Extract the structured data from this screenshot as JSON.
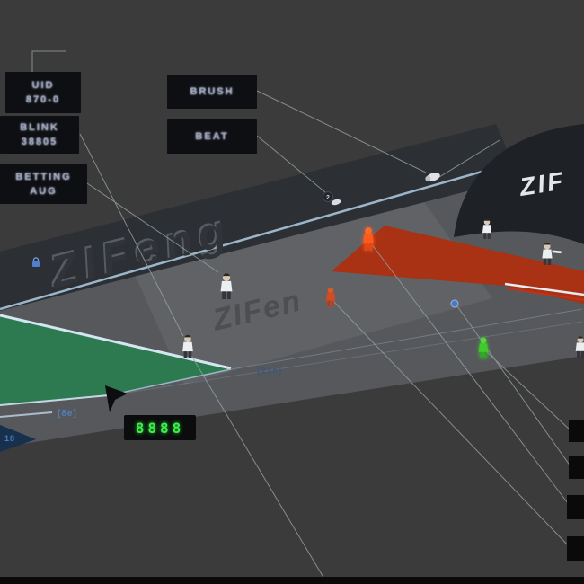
{
  "scene": {
    "banner_text": "ZIFeng",
    "floor_watermark_text": "ZIFen",
    "podium_text": "ZIF",
    "shuttle_badge": "2",
    "colors": {
      "background": "#3b3b3b",
      "banner": "#2c2f34",
      "floor": "#56585c",
      "green_court": "#2d7a50",
      "red_court": "#a93114",
      "podium": "#1e2126",
      "court_edge": "#b9d2e4",
      "connector": "#95a2a4",
      "highlight_orange": "#ff5a1e",
      "highlight_green": "#3fcb2c",
      "score_green": "#3cf04a"
    },
    "players": [
      {
        "id": "player-midfield",
        "type": "standard"
      },
      {
        "id": "player-green-court",
        "type": "standard"
      },
      {
        "id": "player-highlight-orange",
        "type": "highlight-orange"
      },
      {
        "id": "player-marker-red",
        "type": "highlight-red"
      },
      {
        "id": "player-red-court-left",
        "type": "standard"
      },
      {
        "id": "player-red-court-right",
        "type": "standard"
      },
      {
        "id": "player-highlight-green",
        "type": "highlight-green"
      },
      {
        "id": "player-right-edge",
        "type": "standard"
      }
    ]
  },
  "callouts": {
    "left": [
      {
        "lines": [
          "UID",
          "870-0"
        ]
      },
      {
        "lines": [
          "BLINK",
          "38805"
        ]
      },
      {
        "lines": [
          "BETTING",
          "AUG"
        ]
      }
    ],
    "top": [
      {
        "lines": [
          "BRUSH"
        ]
      },
      {
        "lines": [
          "BEAT"
        ]
      }
    ]
  },
  "labels": {
    "distance_mid": "(23e)",
    "distance_left": "[8e]",
    "corner_mark": "18"
  },
  "scoreboard": {
    "value": "8888"
  }
}
